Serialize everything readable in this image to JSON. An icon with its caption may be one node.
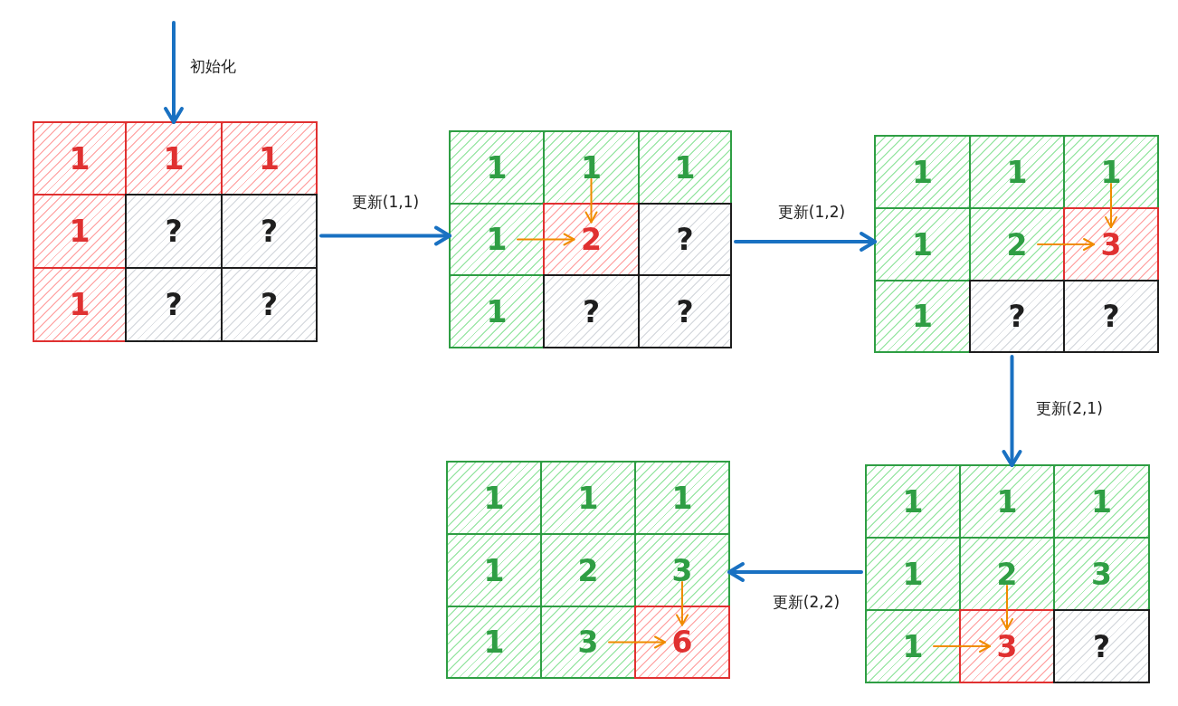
{
  "diagram": {
    "nodes": [
      {
        "text": [
          "1"
        ]
      },
      {
        "text": [
          "1"
        ]
      },
      {
        "text": [
          "1"
        ]
      },
      {
        "text": [
          "1"
        ]
      },
      {
        "text": [
          "?"
        ]
      },
      {
        "text": [
          "?"
        ]
      },
      {
        "text": [
          "1"
        ]
      },
      {
        "text": [
          "?"
        ]
      },
      {
        "text": [
          "?"
        ]
      },
      {
        "text": [
          "1"
        ]
      },
      {
        "text": [
          "1"
        ]
      },
      {
        "text": [
          "1"
        ]
      },
      {
        "text": [
          "1"
        ]
      },
      {
        "text": [
          "2"
        ]
      },
      {
        "text": [
          "?"
        ]
      },
      {
        "text": [
          "1"
        ]
      },
      {
        "text": [
          "?"
        ]
      },
      {
        "text": [
          "?"
        ]
      },
      {
        "text": [
          "1"
        ]
      },
      {
        "text": [
          "1"
        ]
      },
      {
        "text": [
          "1"
        ]
      },
      {
        "text": [
          "1"
        ]
      },
      {
        "text": [
          "2"
        ]
      },
      {
        "text": [
          "3"
        ]
      },
      {
        "text": [
          "1"
        ]
      },
      {
        "text": [
          "?"
        ]
      },
      {
        "text": [
          "?"
        ]
      },
      {
        "text": [
          "1"
        ]
      },
      {
        "text": [
          "1"
        ]
      },
      {
        "text": [
          "1"
        ]
      },
      {
        "text": [
          "1"
        ]
      },
      {
        "text": [
          "2"
        ]
      },
      {
        "text": [
          "3"
        ]
      },
      {
        "text": [
          "1"
        ]
      },
      {
        "text": [
          "3"
        ]
      },
      {
        "text": [
          "6"
        ]
      },
      {
        "text": [
          "1"
        ]
      },
      {
        "text": [
          "1"
        ]
      },
      {
        "text": [
          "1"
        ]
      },
      {
        "text": [
          "1"
        ]
      },
      {
        "text": [
          "2"
        ]
      },
      {
        "text": [
          "3"
        ]
      },
      {
        "text": [
          "1"
        ]
      },
      {
        "text": [
          "3"
        ]
      },
      {
        "text": [
          "?"
        ]
      }
    ],
    "edges": [
      {
        "from": null,
        "to": 1,
        "arrow": "to",
        "label": "初始化",
        "style": "thick",
        "color": "#1971c2"
      },
      {
        "from": 5,
        "to": 12,
        "arrow": "to",
        "label": "更新(1,1)",
        "style": "thick",
        "color": "#1971c2"
      },
      {
        "from": 14,
        "to": 21,
        "arrow": "to",
        "label": "更新(1,2)",
        "style": "thick",
        "color": "#1971c2"
      },
      {
        "from": 25,
        "to": 37,
        "arrow": "to",
        "label": "更新(2,1)",
        "style": "thick",
        "color": "#1971c2"
      },
      {
        "from": 39,
        "to": 32,
        "arrow": "to",
        "label": "更新(2,2)",
        "style": "thick",
        "color": "#1971c2"
      },
      {
        "from": 10,
        "to": 13,
        "arrow": "to"
      },
      {
        "from": 12,
        "to": 13,
        "arrow": "to"
      },
      {
        "from": 20,
        "to": 23,
        "arrow": "to"
      },
      {
        "from": 22,
        "to": 23,
        "arrow": "to"
      },
      {
        "from": 40,
        "to": 43,
        "arrow": "to"
      },
      {
        "from": 42,
        "to": 43,
        "arrow": "to"
      },
      {
        "from": 32,
        "to": 35,
        "arrow": "to"
      },
      {
        "from": 34,
        "to": 35,
        "arrow": "to"
      }
    ]
  }
}
